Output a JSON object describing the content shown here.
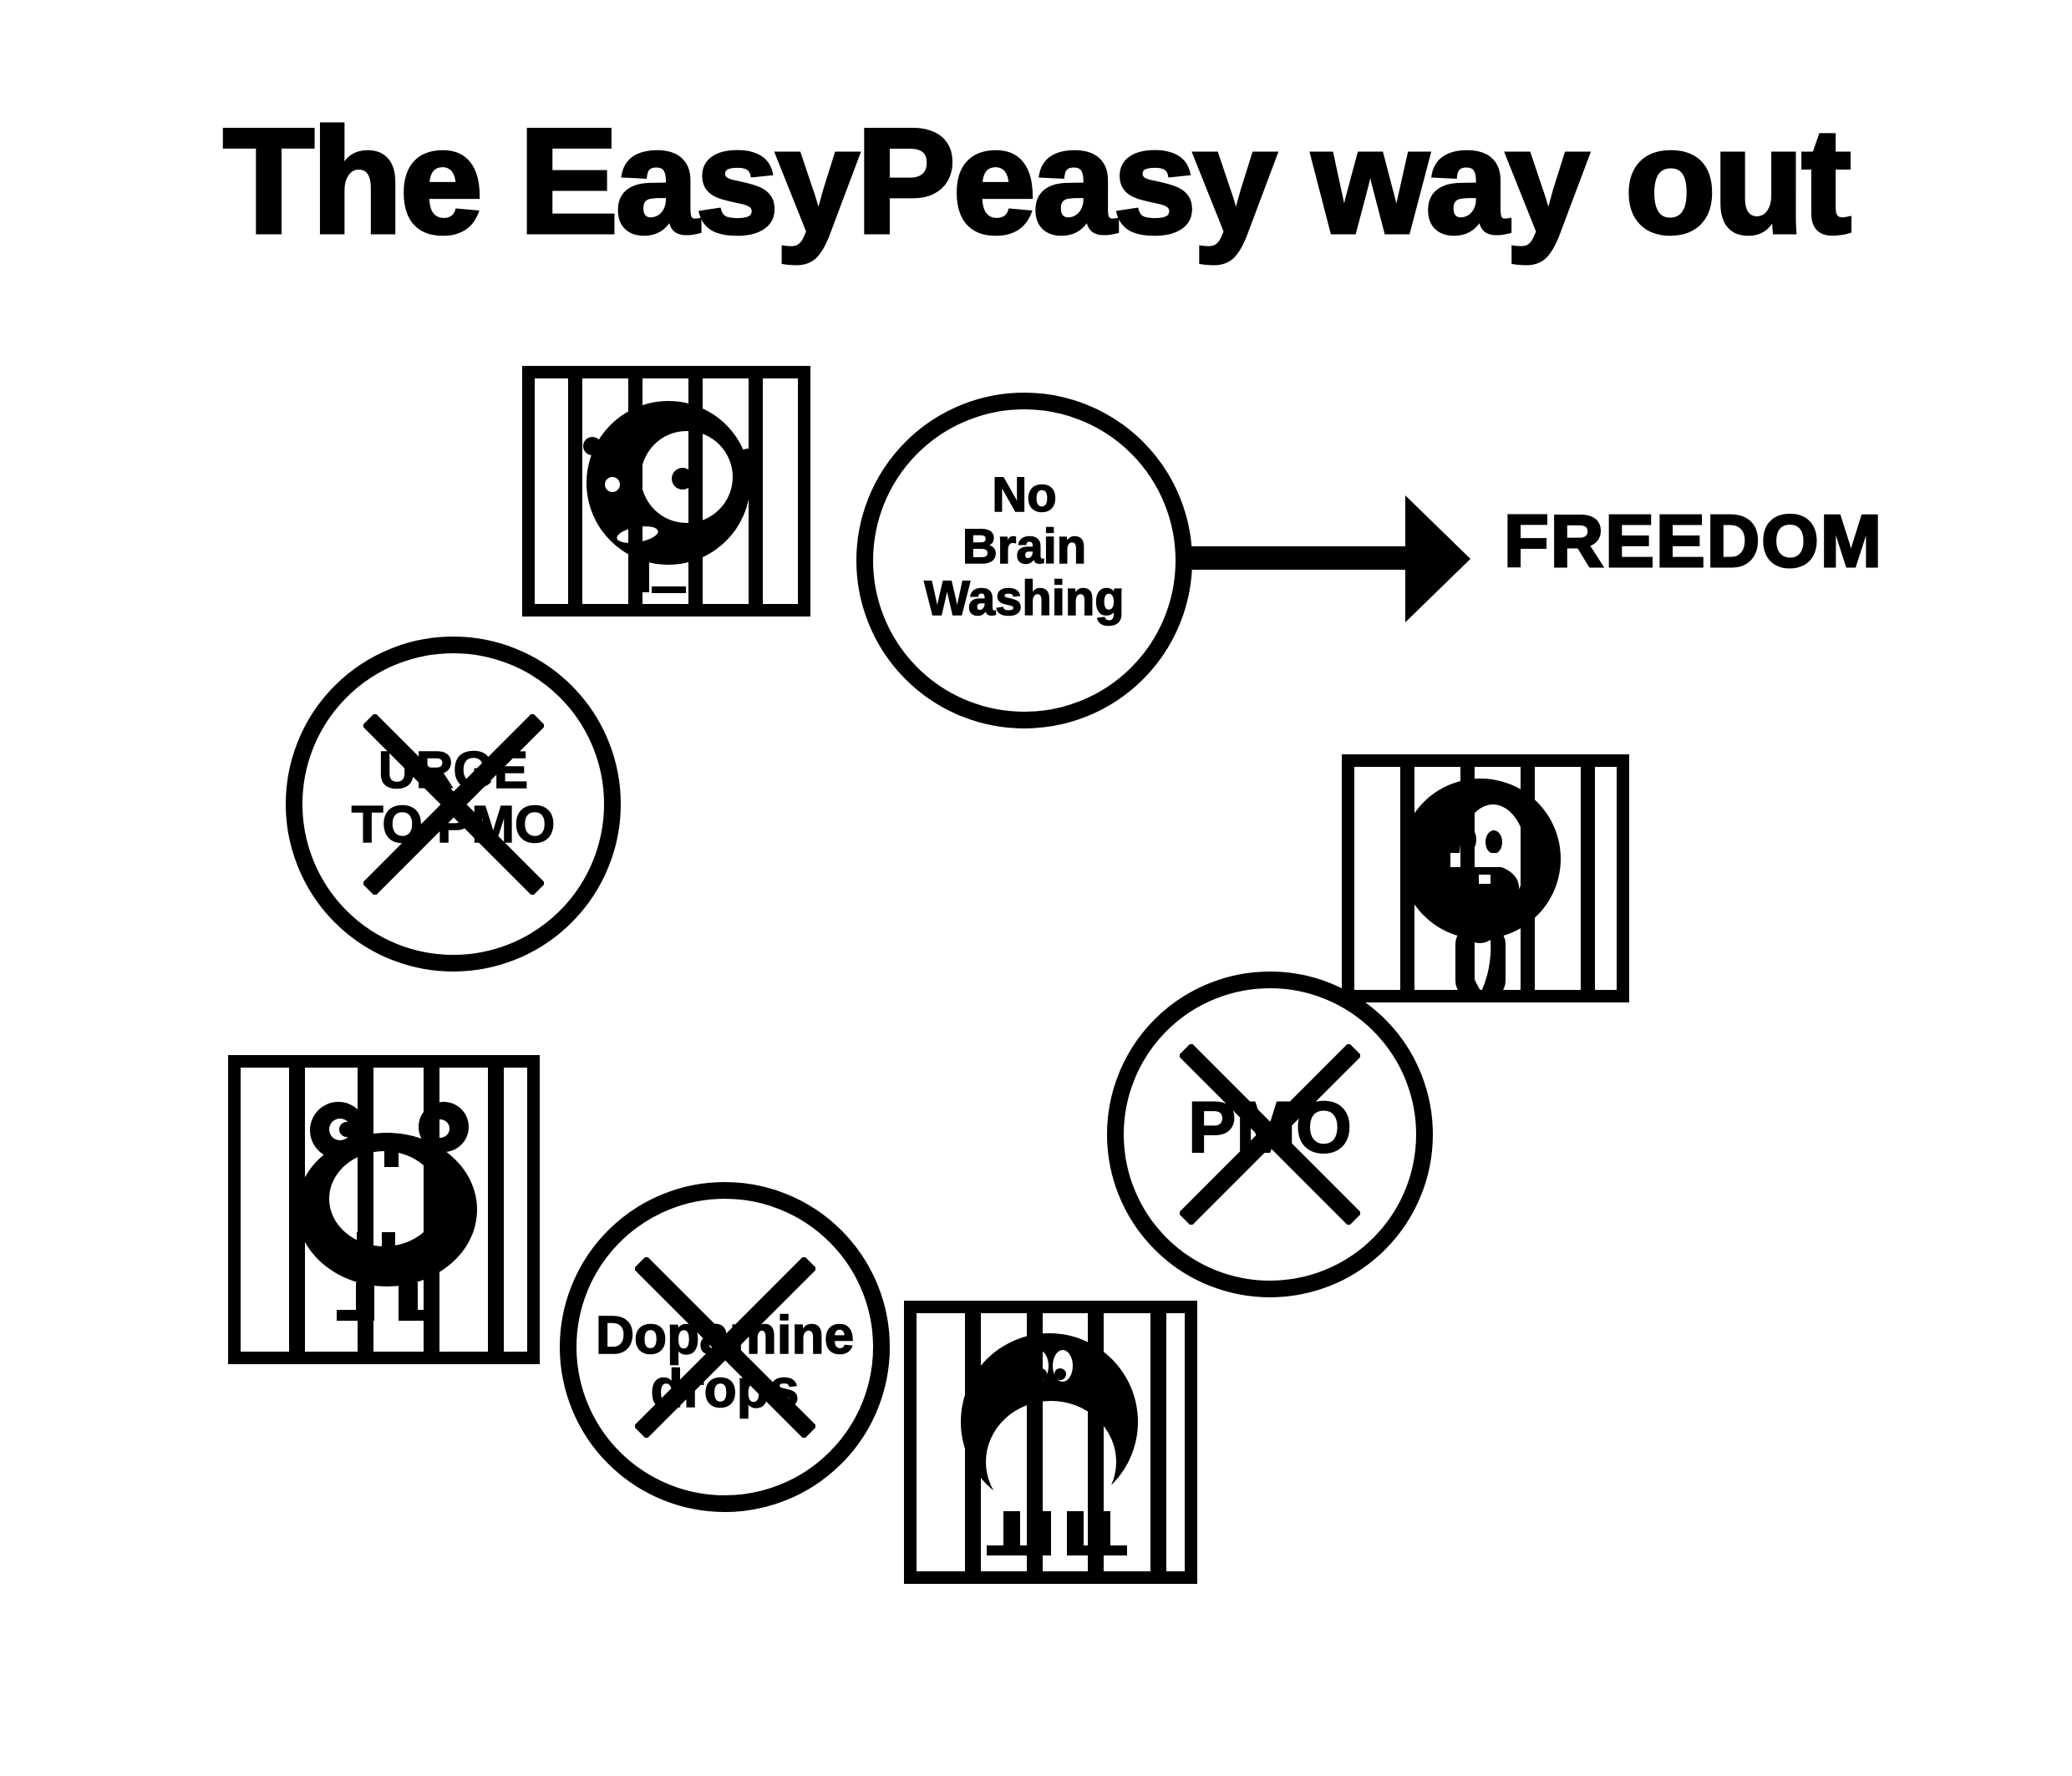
{
  "title": "The EasyPeasy way out",
  "flow": {
    "source_lines": [
      "No",
      "Brain",
      "Washing"
    ],
    "result": "FREEDOM"
  },
  "crossed_nodes": {
    "urge": {
      "line1": "URGE",
      "line2": "TO PMO"
    },
    "pmo": {
      "line1": "PMO"
    },
    "dopamine": {
      "line1": "Dopamine",
      "line2": "drops"
    }
  },
  "icons": {
    "cages": [
      "caged-monster-top-left",
      "caged-monster-right",
      "caged-monster-bottom-left",
      "caged-monster-bottom-center"
    ],
    "cross_out": "cross-out-x",
    "arrow": "arrow-right"
  },
  "colors": {
    "ink": "#000000",
    "paper": "#ffffff"
  }
}
